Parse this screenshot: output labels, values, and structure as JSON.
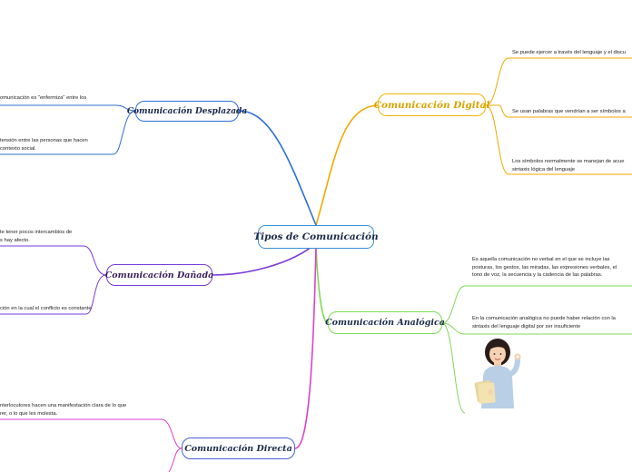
{
  "central": "Tipos de Comunicación",
  "branches": {
    "digital": {
      "label": "Comunicación Digital",
      "notes": [
        "Se puede ejercer a través del lenguaje y el discu",
        "Se usan palabras que vendrían a ser símbolos a",
        "Los símbolos normalmente se manejan de acue",
        "sintaxis lógica del lenguaje"
      ]
    },
    "desplazada": {
      "label": "Comunicación Desplazada",
      "notes": [
        "omunicación es \"enfermiza\" entre los",
        "tensión entre las personas que hacen",
        "contexto social."
      ]
    },
    "danada": {
      "label": "Comunicación Dañada",
      "notes": [
        "te tener pocos intercambios de",
        "s hay afecto.",
        "ción en la cual el conflicto es constante"
      ]
    },
    "analogica": {
      "label": "Comunicación Analógica",
      "notes": [
        "Es aquella comunicación no verbal en el que se incluye las",
        "posturas, los gestos, las miradas, las expresiones verbales, el",
        "tono de voz, la secuencia y la cadencia de las palabras.",
        "En la comunicación analógica no puede haber relación con la",
        "sintaxis del lenguaje digital por ser insuficiente"
      ]
    },
    "directa": {
      "label": "Comunicación Directa",
      "notes": [
        "nterlocutores hacen una manifestación clara de lo que",
        "rer, o lo que les molesta."
      ]
    }
  },
  "colors": {
    "digital": "#f2a900",
    "desplazada": "#2f6fd6",
    "danada": "#7a3bd8",
    "analogica": "#7ed957",
    "directa": "#e040c8",
    "central": "#3b8fd6"
  }
}
